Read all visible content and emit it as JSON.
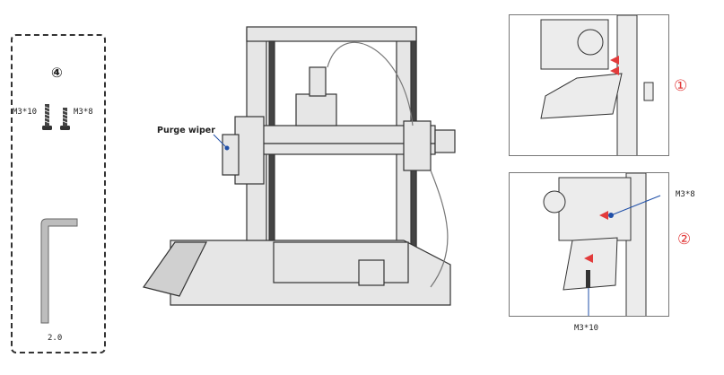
{
  "parts": {
    "group_number": "④",
    "screw_long_label": "M3*10",
    "screw_short_label": "M3*8",
    "wrench_label": "2.0"
  },
  "printer": {
    "callout_label": "Purge wiper"
  },
  "detail_1": {
    "step": "①"
  },
  "detail_2": {
    "step": "②",
    "screw_top_label": "M3*8",
    "screw_bottom_label": "M3*10"
  },
  "colors": {
    "accent": "#e23b3b",
    "callout_blue": "#1f4fa8",
    "line": "#333333"
  }
}
